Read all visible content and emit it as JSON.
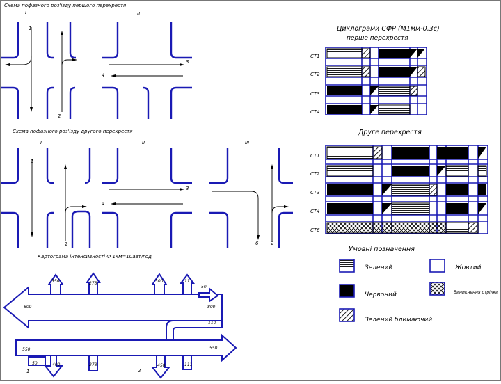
{
  "left": {
    "scheme1": {
      "title": "Схема пофазного роз'їзду першого перехрестя",
      "roman": [
        "I",
        "II"
      ],
      "labels": [
        "1",
        "2",
        "3",
        "4"
      ]
    },
    "scheme2": {
      "title": "Схема пофазного роз'їзду другого перехрестя",
      "roman": [
        "I",
        "II",
        "III"
      ],
      "labels": [
        "1",
        "2",
        "3",
        "4",
        "6",
        "2"
      ]
    },
    "cartogram": {
      "title": "Картограма інтенсивності Ф 1км=10авт/год",
      "values": {
        "top1": "350",
        "top2": "278",
        "top3": "300",
        "top4": "111",
        "side50": "50",
        "left800": "800",
        "right800": "800",
        "v110": "110",
        "left550": "550",
        "right550": "550",
        "bot50": "50",
        "bot400": "400",
        "bot278": "278",
        "bot450": "450",
        "bot111": "111",
        "mark1": "1",
        "mark2": "2"
      }
    }
  },
  "right": {
    "cyclogram_title": "Циклограми СФР  (М1мм-0,3с)",
    "first_label": "перше перехрестя",
    "second_label": "Друге перехрестя",
    "first_rows": [
      "СТ1",
      "СТ2",
      "СТ3",
      "СТ4"
    ],
    "second_rows": [
      "СТ1",
      "СТ2",
      "СТ3",
      "СТ4",
      "СТ6"
    ],
    "legend": {
      "title": "Умовні позначення",
      "green": "Зелений",
      "yellow": "Жовтий",
      "red": "Червоний",
      "pedestrian": "Виникнення стрілки",
      "flashing": "Зелений блимаючий"
    }
  },
  "colors": {
    "road": "#1a1ab4",
    "ink": "#000000"
  }
}
